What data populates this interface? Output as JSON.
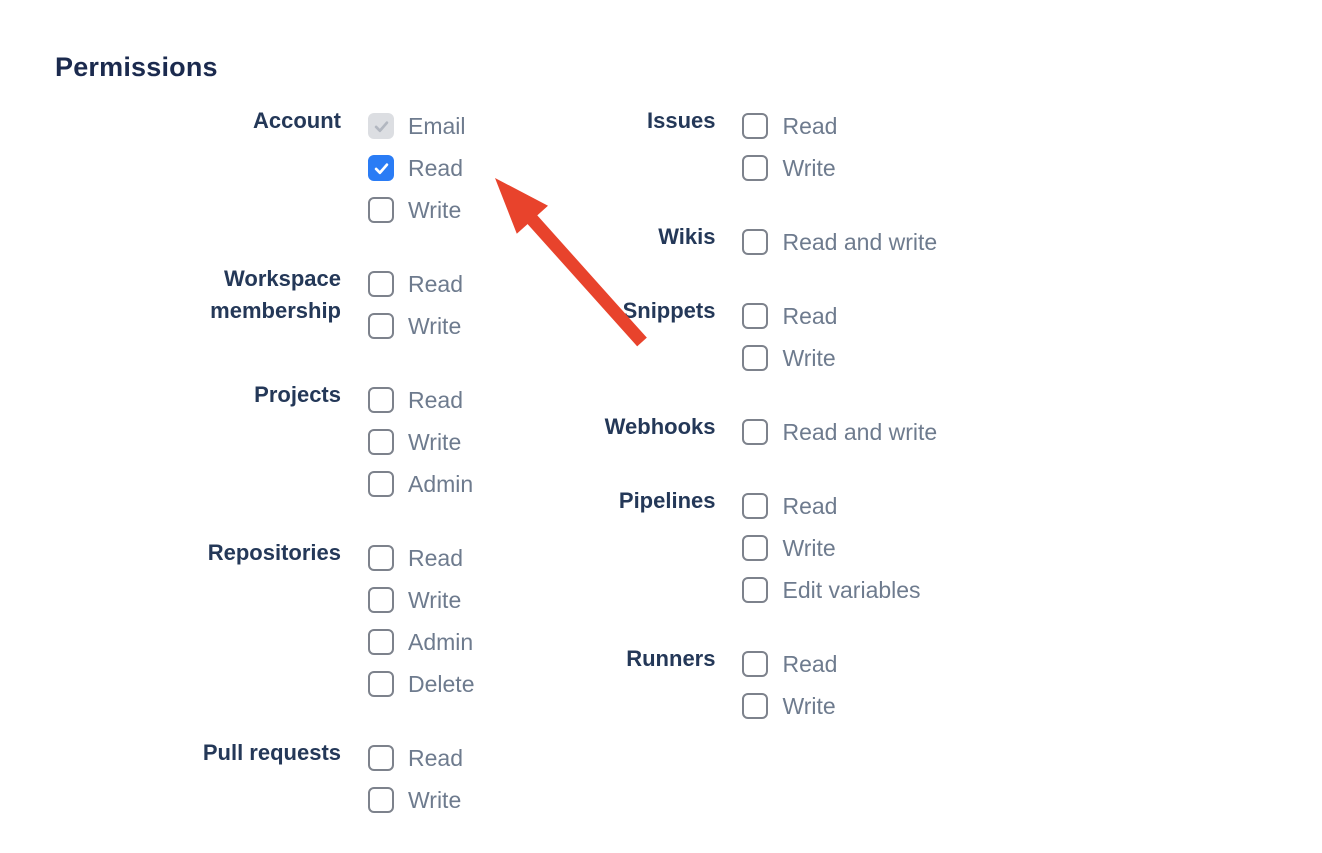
{
  "page": {
    "title": "Permissions"
  },
  "permissions": {
    "columns": [
      {
        "groups": [
          {
            "label": "Account",
            "options": [
              {
                "label": "Email",
                "state": "checked-disabled"
              },
              {
                "label": "Read",
                "state": "checked"
              },
              {
                "label": "Write",
                "state": "unchecked"
              }
            ]
          },
          {
            "label": "Workspace membership",
            "options": [
              {
                "label": "Read",
                "state": "unchecked"
              },
              {
                "label": "Write",
                "state": "unchecked"
              }
            ]
          },
          {
            "label": "Projects",
            "options": [
              {
                "label": "Read",
                "state": "unchecked"
              },
              {
                "label": "Write",
                "state": "unchecked"
              },
              {
                "label": "Admin",
                "state": "unchecked"
              }
            ]
          },
          {
            "label": "Repositories",
            "options": [
              {
                "label": "Read",
                "state": "unchecked"
              },
              {
                "label": "Write",
                "state": "unchecked"
              },
              {
                "label": "Admin",
                "state": "unchecked"
              },
              {
                "label": "Delete",
                "state": "unchecked"
              }
            ]
          },
          {
            "label": "Pull requests",
            "options": [
              {
                "label": "Read",
                "state": "unchecked"
              },
              {
                "label": "Write",
                "state": "unchecked"
              }
            ]
          }
        ]
      },
      {
        "groups": [
          {
            "label": "Issues",
            "options": [
              {
                "label": "Read",
                "state": "unchecked"
              },
              {
                "label": "Write",
                "state": "unchecked"
              }
            ]
          },
          {
            "label": "Wikis",
            "options": [
              {
                "label": "Read and write",
                "state": "unchecked"
              }
            ]
          },
          {
            "label": "Snippets",
            "options": [
              {
                "label": "Read",
                "state": "unchecked"
              },
              {
                "label": "Write",
                "state": "unchecked"
              }
            ]
          },
          {
            "label": "Webhooks",
            "options": [
              {
                "label": "Read and write",
                "state": "unchecked"
              }
            ]
          },
          {
            "label": "Pipelines",
            "options": [
              {
                "label": "Read",
                "state": "unchecked"
              },
              {
                "label": "Write",
                "state": "unchecked"
              },
              {
                "label": "Edit variables",
                "state": "unchecked"
              }
            ]
          },
          {
            "label": "Runners",
            "options": [
              {
                "label": "Read",
                "state": "unchecked"
              },
              {
                "label": "Write",
                "state": "unchecked"
              }
            ]
          }
        ]
      }
    ]
  },
  "annotation": {
    "type": "arrow",
    "color": "#E8432C",
    "points_to": "Account Read checkbox"
  },
  "colors": {
    "heading": "#1B2A4E",
    "group_label": "#243858",
    "option_label": "#6E7B8E",
    "checkbox_checked_bg": "#2A7CF5",
    "checkbox_checked_check": "#FFFFFF",
    "checkbox_disabled_bg": "#DCDEE2",
    "checkbox_disabled_check": "#B2B7C0",
    "checkbox_border": "#7D828C",
    "arrow": "#E8432C"
  }
}
